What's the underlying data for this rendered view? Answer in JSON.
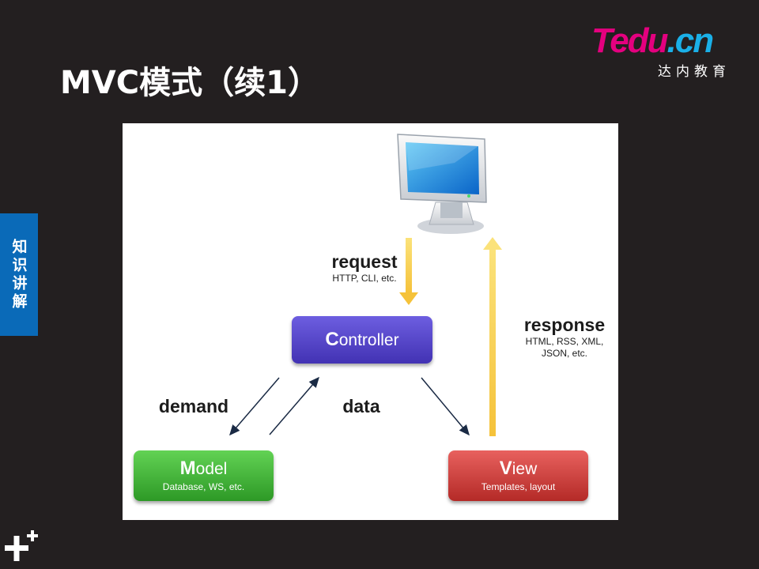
{
  "slide": {
    "title": "MVC模式（续1）"
  },
  "logo": {
    "brand_t": "T",
    "brand_edu": "edu",
    "brand_dot": ".",
    "brand_cn": "cn",
    "subtitle": "达内教育"
  },
  "side_tab": {
    "label": "知识讲解"
  },
  "diagram": {
    "controller": {
      "initial": "C",
      "rest": "ontroller"
    },
    "model": {
      "initial": "M",
      "rest": "odel",
      "sub": "Database, WS, etc."
    },
    "view": {
      "initial": "V",
      "rest": "iew",
      "sub": "Templates, layout"
    },
    "request": {
      "label": "request",
      "sub": "HTTP, CLI, etc."
    },
    "response": {
      "label": "response",
      "sub_line1": "HTML, RSS, XML,",
      "sub_line2": "JSON, etc."
    },
    "demand": {
      "label": "demand"
    },
    "data": {
      "label": "data"
    }
  },
  "colors": {
    "background": "#231f20",
    "side_tab": "#0a6ab8",
    "controller": "#5546cc",
    "model": "#45b63c",
    "view": "#d2413e",
    "arrow_yellow": "#f7cf4a"
  }
}
